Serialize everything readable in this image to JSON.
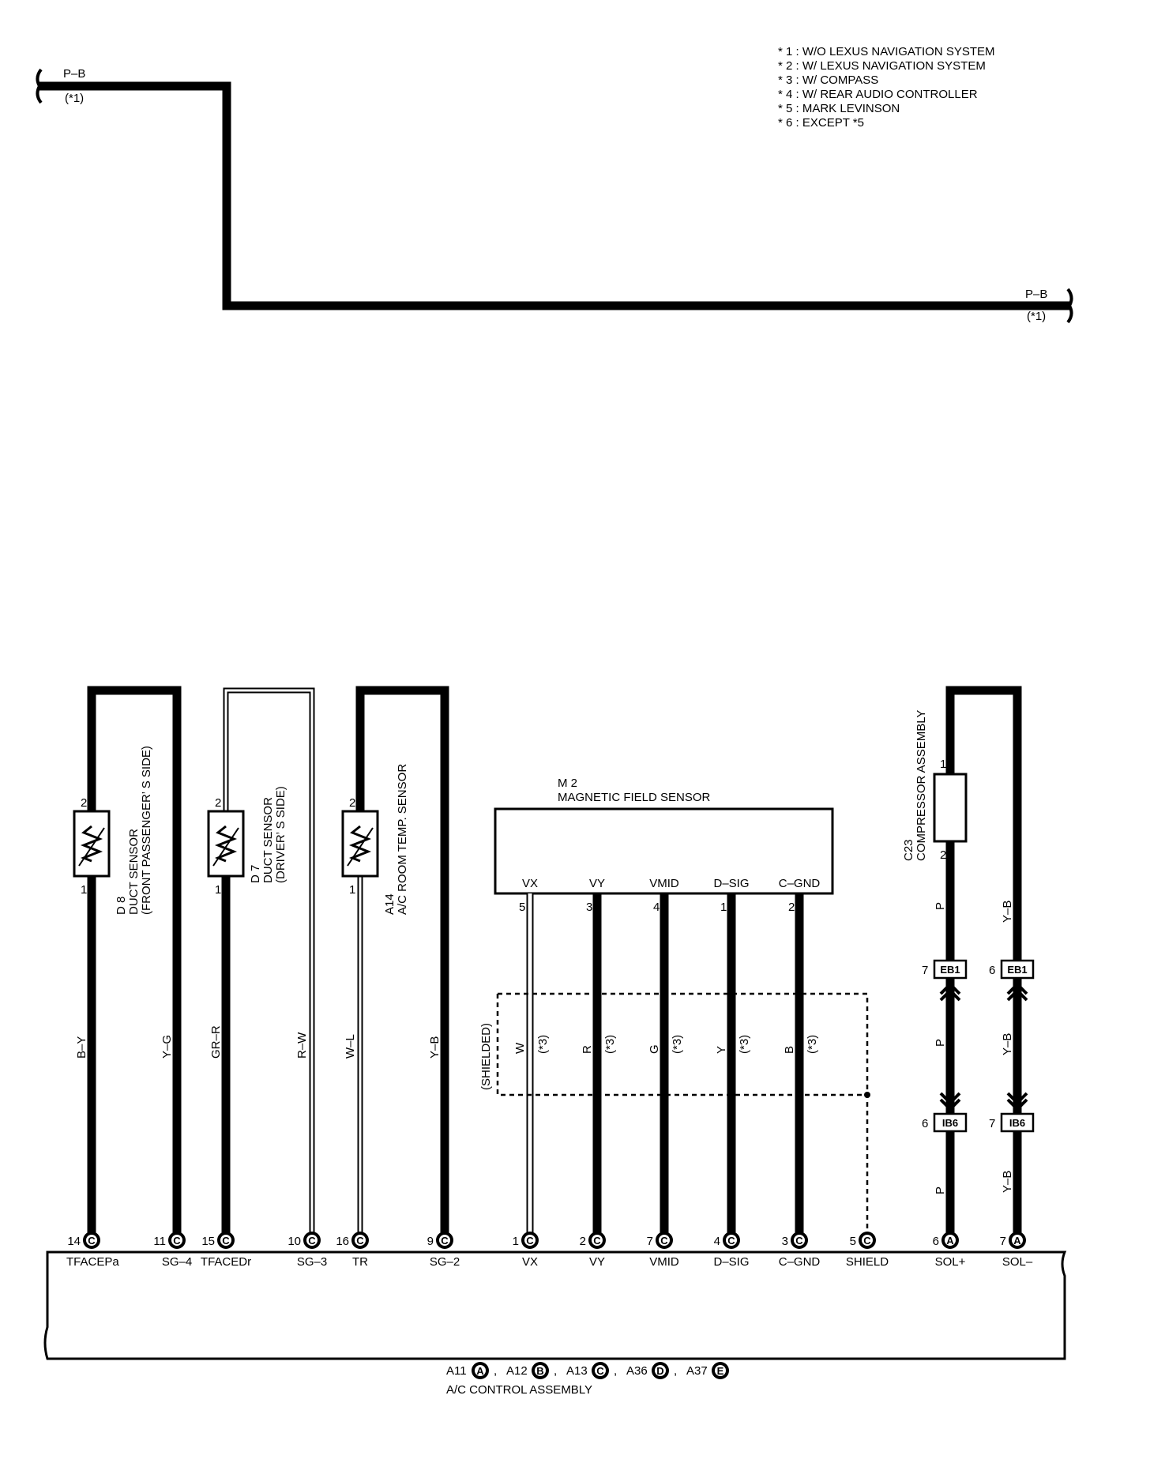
{
  "notes": [
    "* 1 : W/O LEXUS NAVIGATION SYSTEM",
    "* 2 : W/ LEXUS NAVIGATION SYSTEM",
    "* 3 : W/ COMPASS",
    "* 4 : W/ REAR AUDIO CONTROLLER",
    "* 5 : MARK LEVINSON",
    "* 6 : EXCEPT *5"
  ],
  "top_wire": {
    "color": "P–B",
    "note": "(*1)"
  },
  "d8": {
    "code": "D 8",
    "name": "DUCT SENSOR",
    "sub": "(FRONT PASSENGER’ S SIDE)",
    "pin_top": "2",
    "pin_bottom": "1"
  },
  "d7": {
    "code": "D 7",
    "name": "DUCT SENSOR",
    "sub": "(DRIVER’ S SIDE)",
    "pin_top": "2",
    "pin_bottom": "1"
  },
  "a14": {
    "code": "A14",
    "name": "A/C ROOM TEMP.  SENSOR",
    "pin_top": "2",
    "pin_bottom": "1"
  },
  "m2": {
    "code": "M 2",
    "name": "MAGNETIC FIELD SENSOR",
    "terminals": [
      "VX",
      "VY",
      "VMID",
      "D–SIG",
      "C–GND"
    ],
    "pins": [
      "5",
      "3",
      "4",
      "1",
      "2"
    ],
    "wire_colors": [
      "W",
      "R",
      "G",
      "Y",
      "B"
    ],
    "wire_note": "(*3)",
    "shield_label": "(SHIELDED)"
  },
  "c23": {
    "code": "C23",
    "name": "COMPRESSOR ASSEMBLY",
    "pin_top": "1",
    "pin_bottom": "2"
  },
  "comp_wires": {
    "left": {
      "color": "P",
      "eb1_pin": "7",
      "ib6_pin": "6"
    },
    "right": {
      "color": "Y–B",
      "eb1_pin": "6",
      "ib6_pin": "7"
    },
    "eb1": "EB1",
    "ib6": "IB6"
  },
  "sensor_wire_colors": [
    "B–Y",
    "Y–G",
    "GR–R",
    "R–W",
    "W–L",
    "Y–B"
  ],
  "ecu_pins": [
    {
      "pin": "14",
      "conn": "C",
      "label": "TFACEPa"
    },
    {
      "pin": "11",
      "conn": "C",
      "label": "SG–4"
    },
    {
      "pin": "15",
      "conn": "C",
      "label": "TFACEDr"
    },
    {
      "pin": "10",
      "conn": "C",
      "label": "SG–3"
    },
    {
      "pin": "16",
      "conn": "C",
      "label": "TR"
    },
    {
      "pin": "9",
      "conn": "C",
      "label": "SG–2"
    },
    {
      "pin": "1",
      "conn": "C",
      "label": "VX"
    },
    {
      "pin": "2",
      "conn": "C",
      "label": "VY"
    },
    {
      "pin": "7",
      "conn": "C",
      "label": "VMID"
    },
    {
      "pin": "4",
      "conn": "C",
      "label": "D–SIG"
    },
    {
      "pin": "3",
      "conn": "C",
      "label": "C–GND"
    },
    {
      "pin": "5",
      "conn": "C",
      "label": "SHIELD"
    },
    {
      "pin": "6",
      "conn": "A",
      "label": "SOL+"
    },
    {
      "pin": "7",
      "conn": "A",
      "label": "SOL–"
    }
  ],
  "footer": {
    "connectors": [
      {
        "code": "A11",
        "letter": "A"
      },
      {
        "code": "A12",
        "letter": "B"
      },
      {
        "code": "A13",
        "letter": "C"
      },
      {
        "code": "A36",
        "letter": "D"
      },
      {
        "code": "A37",
        "letter": "E"
      }
    ],
    "separator": ",",
    "name": "A/C CONTROL ASSEMBLY"
  }
}
